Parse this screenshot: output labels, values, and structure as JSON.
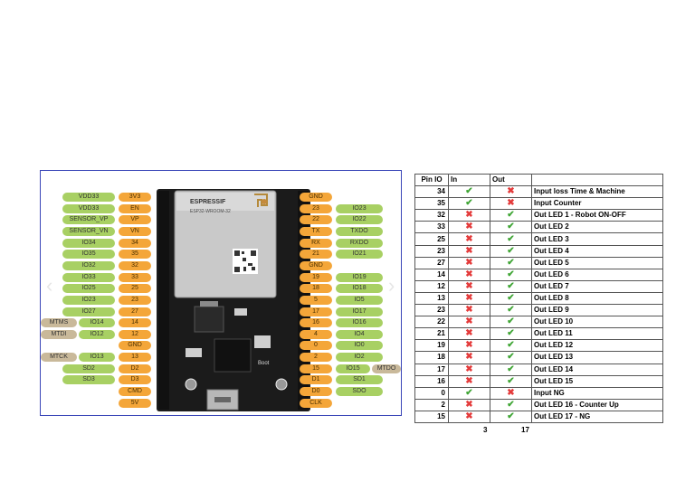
{
  "board": {
    "chip_brand": "ESPRESSIF",
    "chip_model": "ESP32-WROOM-32",
    "left_pins": [
      {
        "gpio": "VDD33",
        "num": "3V3"
      },
      {
        "gpio": "VDD33",
        "num": "EN"
      },
      {
        "gpio": "SENSOR_VP",
        "num": "VP"
      },
      {
        "gpio": "SENSOR_VN",
        "num": "VN"
      },
      {
        "gpio": "IO34",
        "num": "34"
      },
      {
        "gpio": "IO35",
        "num": "35"
      },
      {
        "gpio": "IO32",
        "num": "32"
      },
      {
        "gpio": "IO33",
        "num": "33"
      },
      {
        "gpio": "IO25",
        "num": "25"
      },
      {
        "gpio": "IO23",
        "num": "23"
      },
      {
        "gpio": "IO27",
        "num": "27"
      },
      {
        "ext": "MTMS",
        "gpio": "IO14",
        "num": "14"
      },
      {
        "ext": "MTDI",
        "gpio": "IO12",
        "num": "12"
      },
      {
        "gpio": "",
        "num": "GND"
      },
      {
        "ext": "MTCK",
        "gpio": "IO13",
        "num": "13"
      },
      {
        "gpio": "SD2",
        "num": "D2"
      },
      {
        "gpio": "SD3",
        "num": "D3"
      },
      {
        "gpio": "",
        "num": "CMD"
      },
      {
        "gpio": "",
        "num": "5V"
      }
    ],
    "right_pins": [
      {
        "num": "GND",
        "gpio": ""
      },
      {
        "num": "23",
        "gpio": "IO23"
      },
      {
        "num": "22",
        "gpio": "IO22"
      },
      {
        "num": "TX",
        "gpio": "TXDO"
      },
      {
        "num": "RX",
        "gpio": "RXDO"
      },
      {
        "num": "21",
        "gpio": "IO21"
      },
      {
        "num": "GND",
        "gpio": ""
      },
      {
        "num": "19",
        "gpio": "IO19"
      },
      {
        "num": "18",
        "gpio": "IO18"
      },
      {
        "num": "5",
        "gpio": "IO5"
      },
      {
        "num": "17",
        "gpio": "IO17"
      },
      {
        "num": "16",
        "gpio": "IO16"
      },
      {
        "num": "4",
        "gpio": "IO4"
      },
      {
        "num": "0",
        "gpio": "IO0"
      },
      {
        "num": "2",
        "gpio": "IO2"
      },
      {
        "num": "15",
        "gpio": "IO15",
        "ext": "MTDO"
      },
      {
        "num": "D1",
        "gpio": "SD1"
      },
      {
        "num": "D0",
        "gpio": "SDO"
      },
      {
        "num": "CLK",
        "gpio": ""
      }
    ],
    "colors": {
      "gpio": "#a8d063",
      "pin_number": "#f4a639",
      "jtag": "#c9b99a",
      "board": "#1b1b1b"
    }
  },
  "table": {
    "headers": {
      "pin": "Pin IO",
      "in": "In",
      "out": "Out",
      "desc": ""
    },
    "rows": [
      {
        "pin": "34",
        "in": "check",
        "out": "cross",
        "desc": "Input loss Time & Machine"
      },
      {
        "pin": "35",
        "in": "check",
        "out": "cross",
        "desc": "Input Counter"
      },
      {
        "pin": "32",
        "in": "cross",
        "out": "check",
        "desc": "Out LED 1 - Robot ON-OFF"
      },
      {
        "pin": "33",
        "in": "cross",
        "out": "check",
        "desc": "Out LED 2"
      },
      {
        "pin": "25",
        "in": "cross",
        "out": "check",
        "desc": "Out LED 3"
      },
      {
        "pin": "23",
        "in": "cross",
        "out": "check",
        "desc": "Out LED 4"
      },
      {
        "pin": "27",
        "in": "cross",
        "out": "check",
        "desc": "Out LED 5"
      },
      {
        "pin": "14",
        "in": "cross",
        "out": "check",
        "desc": "Out LED 6"
      },
      {
        "pin": "12",
        "in": "cross",
        "out": "check",
        "desc": "Out LED 7"
      },
      {
        "pin": "13",
        "in": "cross",
        "out": "check",
        "desc": "Out LED 8"
      },
      {
        "pin": "23",
        "in": "cross",
        "out": "check",
        "desc": "Out LED 9"
      },
      {
        "pin": "22",
        "in": "cross",
        "out": "check",
        "desc": "Out LED 10"
      },
      {
        "pin": "21",
        "in": "cross",
        "out": "check",
        "desc": "Out LED 11"
      },
      {
        "pin": "19",
        "in": "cross",
        "out": "check",
        "desc": "Out LED 12"
      },
      {
        "pin": "18",
        "in": "cross",
        "out": "check",
        "desc": "Out LED 13"
      },
      {
        "pin": "17",
        "in": "cross",
        "out": "check",
        "desc": "Out LED 14"
      },
      {
        "pin": "16",
        "in": "cross",
        "out": "check",
        "desc": "Out LED 15"
      },
      {
        "pin": "0",
        "in": "check",
        "out": "cross",
        "desc": "Input NG"
      },
      {
        "pin": "2",
        "in": "cross",
        "out": "check",
        "desc": "Out LED 16 - Counter Up"
      },
      {
        "pin": "15",
        "in": "cross",
        "out": "check",
        "desc": "Out LED 17 - NG"
      }
    ],
    "totals": {
      "in": "3",
      "out": "17"
    },
    "colors": {
      "check": "#3fa534",
      "cross": "#e43b3b"
    }
  }
}
